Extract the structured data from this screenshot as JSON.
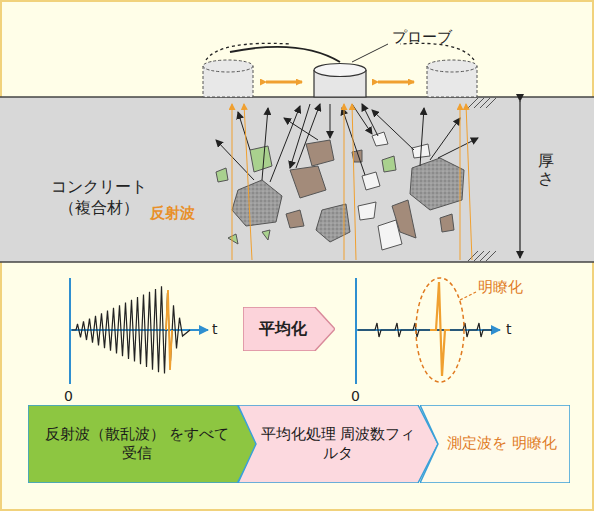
{
  "diagram": {
    "nodes": [
      {
        "text": [
          "コンクリート （複合材）"
        ]
      },
      {
        "text": [
          "平均化"
        ]
      },
      {
        "text": [
          "反射波（散乱波） をすべて受信"
        ]
      },
      {
        "text": [
          "平均化処理 周波数フィルタ"
        ]
      },
      {
        "text": [
          "測定波を 明瞭化"
        ]
      }
    ],
    "labels": [
      "プローブ",
      "反射波",
      "厚さ",
      "t",
      "0",
      "t",
      "0",
      "明瞭化"
    ]
  }
}
